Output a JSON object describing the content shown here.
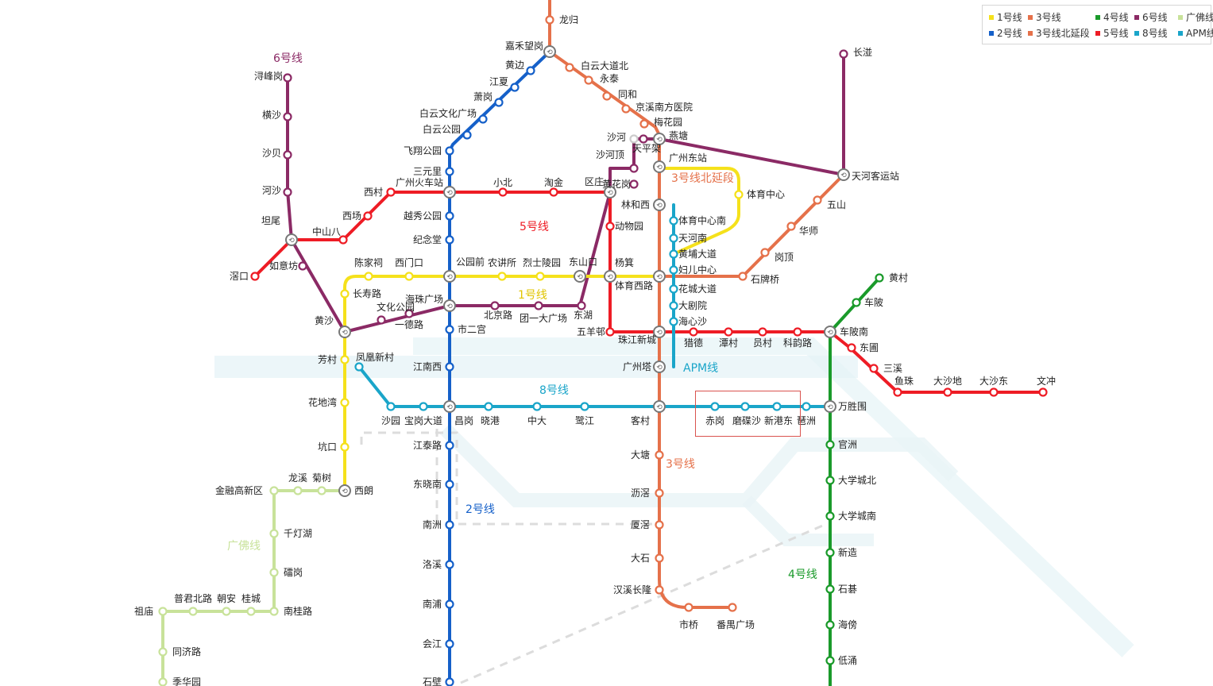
{
  "legend": [
    {
      "label": "1号线",
      "color": "#f5e11b"
    },
    {
      "label": "3号线",
      "color": "#e5714a"
    },
    {
      "label": "4号线",
      "color": "#1a9a2a"
    },
    {
      "label": "6号线",
      "color": "#8b2a65"
    },
    {
      "label": "广佛线",
      "color": "#c8e29a"
    },
    {
      "label": "2号线",
      "color": "#1560c9"
    },
    {
      "label": "3号线北延段",
      "color": "#e5714a"
    },
    {
      "label": "5号线",
      "color": "#ee1c25"
    },
    {
      "label": "8号线",
      "color": "#1aa5c9"
    },
    {
      "label": "APM线",
      "color": "#1aa5c9"
    }
  ],
  "line_labels": [
    {
      "id": "l6",
      "text": "6号线",
      "color": "#8b2a65"
    },
    {
      "id": "l5",
      "text": "5号线",
      "color": "#ee1c25"
    },
    {
      "id": "l1",
      "text": "1号线",
      "color": "#e0c400"
    },
    {
      "id": "l8",
      "text": "8号线",
      "color": "#1aa5c9"
    },
    {
      "id": "l2",
      "text": "2号线",
      "color": "#1560c9"
    },
    {
      "id": "l3",
      "text": "3号线",
      "color": "#e5714a"
    },
    {
      "id": "l3n",
      "text": "3号线北延段",
      "color": "#e5714a"
    },
    {
      "id": "l4",
      "text": "4号线",
      "color": "#1a9a2a"
    },
    {
      "id": "lgf",
      "text": "广佛线",
      "color": "#c8e29a"
    },
    {
      "id": "lapm",
      "text": "APM线",
      "color": "#1aa5c9"
    }
  ],
  "stations": [
    "龙归",
    "嘉禾望岗",
    "黄边",
    "江夏",
    "萧岗",
    "白云文化广场",
    "白云公园",
    "飞翔公园",
    "三元里",
    "广州火车站",
    "越秀公园",
    "纪念堂",
    "公园前",
    "市二宫",
    "江南西",
    "昌岗",
    "江泰路",
    "东晓南",
    "南洲",
    "洛溪",
    "南浦",
    "会江",
    "石壁",
    "白云大道北",
    "永泰",
    "同和",
    "京溪南方医院",
    "梅花园",
    "燕塘",
    "广州东站",
    "林和西",
    "体育西路",
    "珠江新城",
    "广州塔",
    "客村",
    "大塘",
    "沥滘",
    "厦滘",
    "大石",
    "汉溪长隆",
    "市桥",
    "番禺广场",
    "体育中心",
    "天河客运站",
    "五山",
    "华师",
    "岗顶",
    "石牌桥",
    "浔峰岗",
    "横沙",
    "沙贝",
    "河沙",
    "坦尾",
    "如意坊",
    "黄沙",
    "文化公园",
    "一德路",
    "海珠广场",
    "北京路",
    "团一大广场",
    "东湖",
    "东山口",
    "区庄",
    "黄花岗",
    "沙河顶",
    "天平架",
    "沙河",
    "长湴",
    "滘口",
    "中山八",
    "西场",
    "西村",
    "小北",
    "淘金",
    "动物园",
    "杨箕",
    "五羊邨",
    "猎德",
    "潭村",
    "员村",
    "科韵路",
    "车陂南",
    "东圃",
    "三溪",
    "鱼珠",
    "大沙地",
    "大沙东",
    "文冲",
    "陈家祠",
    "西门口",
    "农讲所",
    "烈士陵园",
    "长寿路",
    "芳村",
    "花地湾",
    "坑口",
    "西朗",
    "凤凰新村",
    "沙园",
    "宝岗大道",
    "晓港",
    "中大",
    "鹭江",
    "赤岗",
    "磨碟沙",
    "新港东",
    "琶洲",
    "万胜围",
    "黄村",
    "车陂",
    "官洲",
    "大学城北",
    "大学城南",
    "新造",
    "石碁",
    "海傍",
    "低涌",
    "体育中心南",
    "天河南",
    "黄埔大道",
    "妇儿中心",
    "花城大道",
    "大剧院",
    "海心沙",
    "金融高新区",
    "龙溪",
    "菊树",
    "千灯湖",
    "礌岗",
    "南桂路",
    "桂城",
    "朝安",
    "普君北路",
    "祖庙",
    "同济路",
    "季华园"
  ]
}
